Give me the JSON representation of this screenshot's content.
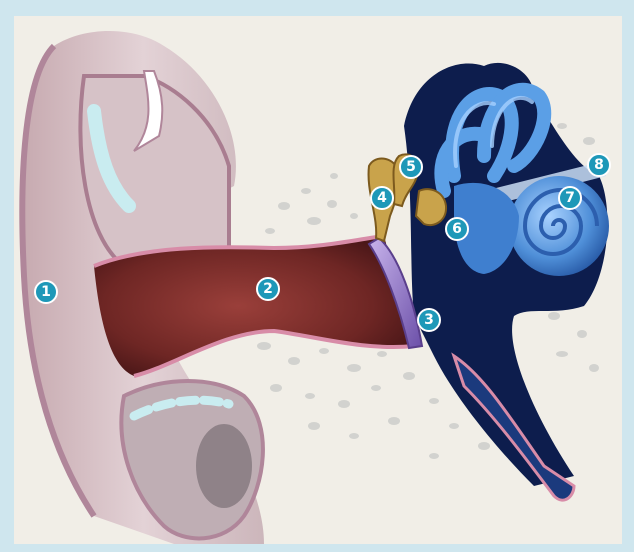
{
  "colors": {
    "frame": "#cfe6ee",
    "paper": "#f1eee7",
    "marker": "#1e98b8",
    "auricle": "#d9c3c8",
    "canal": "#7a2d2b",
    "inner_ear_dark": "#0d1d4d",
    "cochlea": "#4f8fd8",
    "ossicles": "#c9a34b",
    "eardrum": "#8a6bc4"
  },
  "markers": [
    {
      "number": "1",
      "icon": "label-marker"
    },
    {
      "number": "2",
      "icon": "label-marker"
    },
    {
      "number": "3",
      "icon": "label-marker"
    },
    {
      "number": "4",
      "icon": "label-marker"
    },
    {
      "number": "5",
      "icon": "label-marker"
    },
    {
      "number": "6",
      "icon": "label-marker"
    },
    {
      "number": "7",
      "icon": "label-marker"
    },
    {
      "number": "8",
      "icon": "label-marker"
    }
  ]
}
